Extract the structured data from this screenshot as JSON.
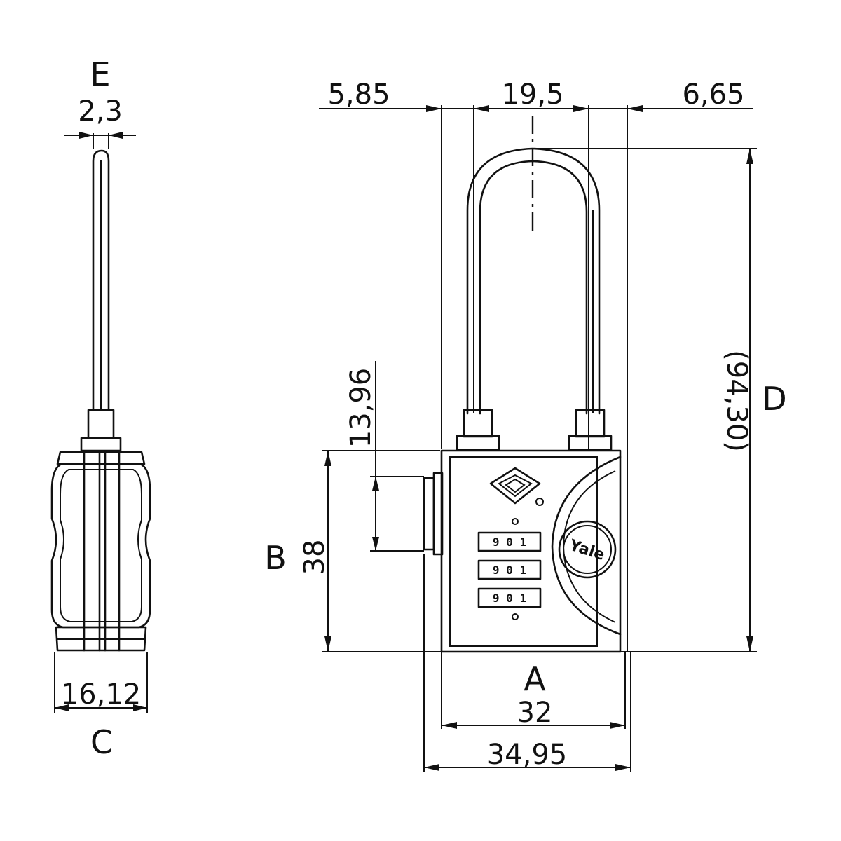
{
  "side_view": {
    "label_e": "E",
    "dim_thickness": "2,3",
    "dim_width": "16,12",
    "label_c": "C"
  },
  "front_view": {
    "dim_left_offset": "5,85",
    "dim_shackle_span": "19,5",
    "dim_right_offset": "6,65",
    "dim_button": "13,96",
    "label_b": "B",
    "dim_body_height": "38",
    "dim_total_height": "(94,30)",
    "label_d": "D",
    "label_a": "A",
    "dim_body_width": "32",
    "dim_total_width": "34,95",
    "brand": "Yale",
    "dials": [
      "9 0 1",
      "9 0 1",
      "9 0 1"
    ]
  }
}
